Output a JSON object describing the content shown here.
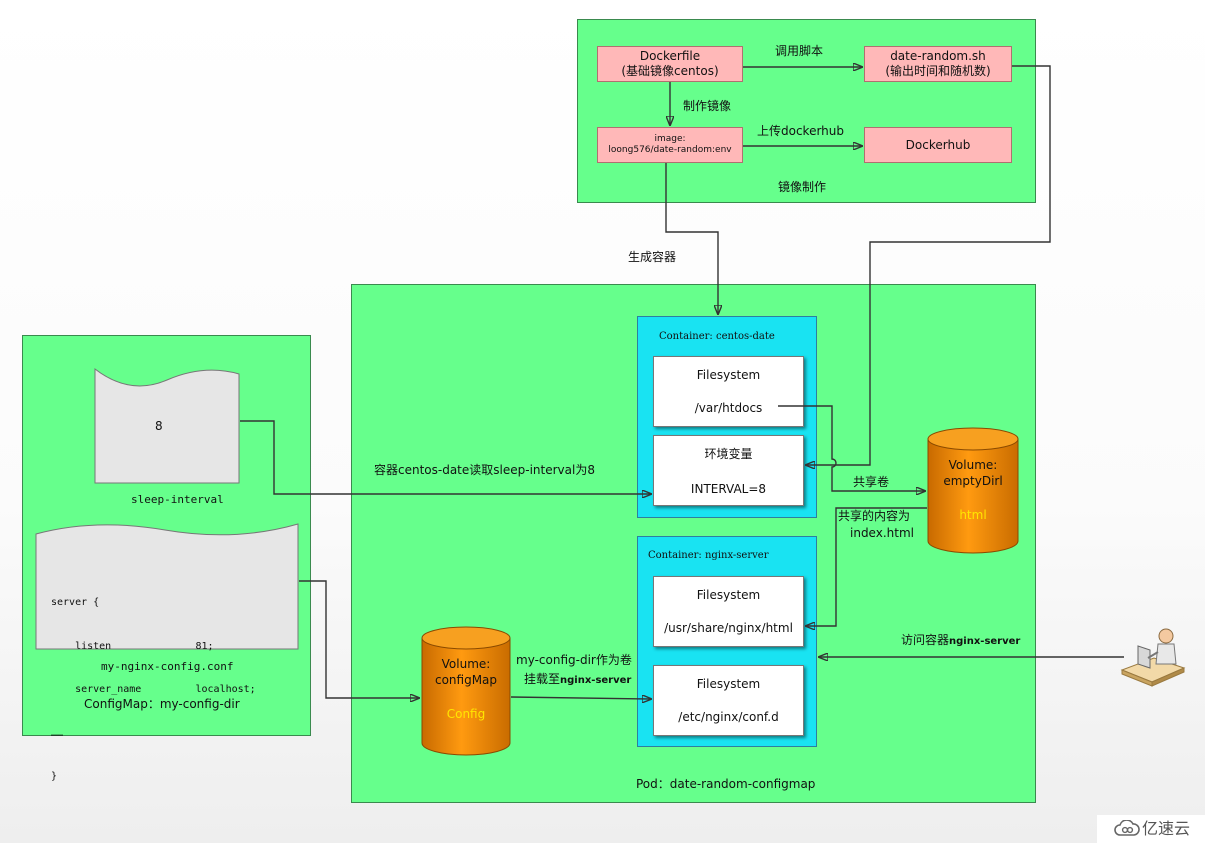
{
  "image_build": {
    "group_label": "镜像制作",
    "dockerfile": {
      "line1": "Dockerfile",
      "line2": "(基础镜像centos)"
    },
    "script": {
      "line1": "date-random.sh",
      "line2": "(输出时间和随机数)"
    },
    "image": {
      "line1": "image:",
      "line2": "loong576/date-random:env"
    },
    "dockerhub": "Dockerhub",
    "edge_call_script": "调用脚本",
    "edge_make_image": "制作镜像",
    "edge_upload": "上传dockerhub"
  },
  "edge_gen_container": "生成容器",
  "configmap": {
    "title": "ConfigMap：my-config-dir",
    "sleep_doc": {
      "value": "8",
      "caption": "sleep-interval"
    },
    "nginx_doc": {
      "lines": [
        "server {",
        "    listen              81;",
        "    server_name         localhost;",
        "……",
        "}"
      ],
      "caption": "my-nginx-config.conf"
    }
  },
  "pod": {
    "title": "Pod：date-random-configmap",
    "centos": {
      "title": "Container: centos-date",
      "fs": {
        "label": "Filesystem",
        "path": "/var/htdocs"
      },
      "env": {
        "label": "环境变量",
        "value": "INTERVAL=8"
      }
    },
    "nginx": {
      "title": "Container: nginx-server",
      "fs_html": {
        "label": "Filesystem",
        "path": "/usr/share/nginx/html"
      },
      "fs_conf": {
        "label": "Filesystem",
        "path": "/etc/nginx/conf.d"
      }
    },
    "empty_dir": {
      "line1": "Volume:",
      "line2": "emptyDirl",
      "line3": "html"
    },
    "config_map_vol": {
      "line1": "Volume:",
      "line2": "configMap",
      "line3": "Config"
    },
    "edge_read_interval": "容器centos-date读取sleep-interval为8",
    "edge_share_vol": "共享卷",
    "edge_shared_content_1": "共享的内容为",
    "edge_shared_content_2": "index.html",
    "edge_mount_1": "my-config-dir作为卷",
    "edge_mount_2_prefix": "挂载至",
    "edge_mount_2_bold": "nginx-server"
  },
  "user": {
    "edge_prefix": "访问容器",
    "edge_bold": "nginx-server"
  },
  "watermark": "亿速云",
  "colors": {
    "green": "#66ff8c",
    "cyan": "#19e3f2",
    "pink": "#ffb8b8",
    "orange": "#f08a00"
  }
}
